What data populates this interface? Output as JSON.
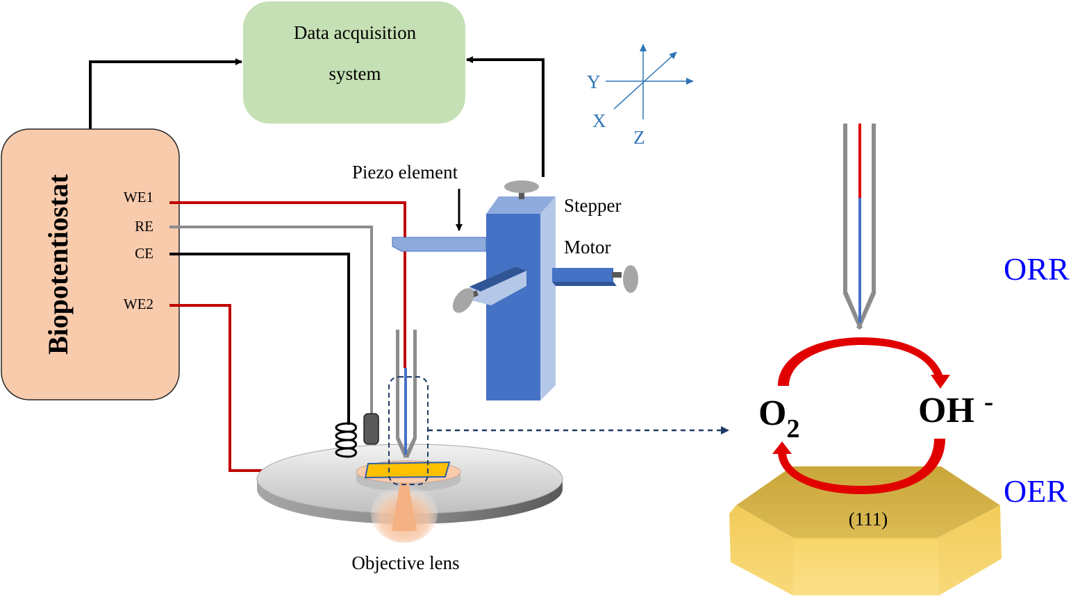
{
  "daq": {
    "line1": "Data acquisition",
    "line2": "system"
  },
  "potentiostat": {
    "title": "Biopotentiostat",
    "ports": {
      "we1": "WE1",
      "re": "RE",
      "ce": "CE",
      "we2": "WE2"
    }
  },
  "labels": {
    "piezo": "Piezo element",
    "stepper": "Stepper",
    "motor": "Motor",
    "objective": "Objective lens"
  },
  "axes": {
    "x": "X",
    "y": "Y",
    "z": "Z"
  },
  "reaction": {
    "orr": "ORR",
    "oer": "OER",
    "o2_base": "O",
    "o2_sub": "2",
    "oh": "OH",
    "oh_sup": "-",
    "facet": "(111)"
  },
  "colors": {
    "daq_fill": "#c5e0b4",
    "potentiostat_fill": "#f8cbad",
    "we_wire": "#c00000",
    "re_wire": "#8c8c8c",
    "ce_wire": "#000000",
    "stage_blue": "#4472c4",
    "axis_blue": "#2e75b6",
    "reaction_blue": "#0000ff",
    "arrow_red": "#e00000",
    "crystal_gold": "#f5d36a"
  }
}
